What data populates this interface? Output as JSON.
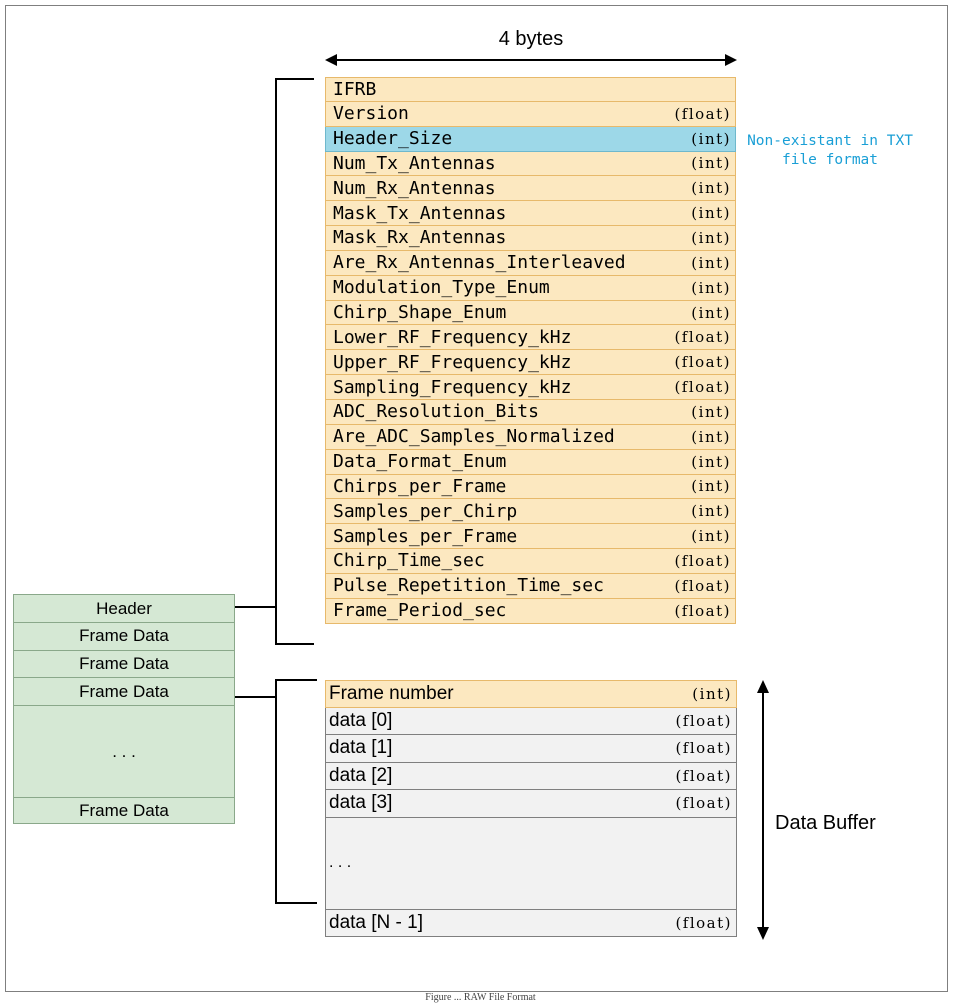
{
  "width_label": "4 bytes",
  "header_fields": [
    {
      "name": "IFRB",
      "type": "",
      "highlight": false
    },
    {
      "name": "Version",
      "type": "(float)",
      "highlight": false
    },
    {
      "name": "Header_Size",
      "type": "(int)",
      "highlight": true
    },
    {
      "name": "Num_Tx_Antennas",
      "type": "(int)",
      "highlight": false
    },
    {
      "name": "Num_Rx_Antennas",
      "type": "(int)",
      "highlight": false
    },
    {
      "name": "Mask_Tx_Antennas",
      "type": "(int)",
      "highlight": false
    },
    {
      "name": "Mask_Rx_Antennas",
      "type": "(int)",
      "highlight": false
    },
    {
      "name": "Are_Rx_Antennas_Interleaved",
      "type": "(int)",
      "highlight": false
    },
    {
      "name": "Modulation_Type_Enum",
      "type": "(int)",
      "highlight": false
    },
    {
      "name": "Chirp_Shape_Enum",
      "type": "(int)",
      "highlight": false
    },
    {
      "name": "Lower_RF_Frequency_kHz",
      "type": "(float)",
      "highlight": false
    },
    {
      "name": "Upper_RF_Frequency_kHz",
      "type": "(float)",
      "highlight": false
    },
    {
      "name": "Sampling_Frequency_kHz",
      "type": "(float)",
      "highlight": false
    },
    {
      "name": "ADC_Resolution_Bits",
      "type": "(int)",
      "highlight": false
    },
    {
      "name": "Are_ADC_Samples_Normalized",
      "type": "(int)",
      "highlight": false
    },
    {
      "name": "Data_Format_Enum",
      "type": "(int)",
      "highlight": false
    },
    {
      "name": "Chirps_per_Frame",
      "type": "(int)",
      "highlight": false
    },
    {
      "name": "Samples_per_Chirp",
      "type": "(int)",
      "highlight": false
    },
    {
      "name": "Samples_per_Frame",
      "type": "(int)",
      "highlight": false
    },
    {
      "name": "Chirp_Time_sec",
      "type": "(float)",
      "highlight": false
    },
    {
      "name": "Pulse_Repetition_Time_sec",
      "type": "(float)",
      "highlight": false
    },
    {
      "name": "Frame_Period_sec",
      "type": "(float)",
      "highlight": false
    }
  ],
  "header_note_line1": "Non-existant in TXT",
  "header_note_line2": "file format",
  "file_blocks": [
    "Header",
    "Frame Data",
    "Frame Data",
    "Frame Data",
    ". . .",
    "Frame Data"
  ],
  "buffer_fields": [
    {
      "name": "Frame number",
      "type": "(int)"
    },
    {
      "name": "data [0]",
      "type": "(float)"
    },
    {
      "name": "data [1]",
      "type": "(float)"
    },
    {
      "name": "data [2]",
      "type": "(float)"
    },
    {
      "name": "data [3]",
      "type": "(float)"
    }
  ],
  "buffer_ellipsis": ". . .",
  "buffer_last": {
    "name": "data [N - 1]",
    "type": "(float)"
  },
  "buffer_label": "Data Buffer",
  "caption": "Figure ... RAW File Format"
}
